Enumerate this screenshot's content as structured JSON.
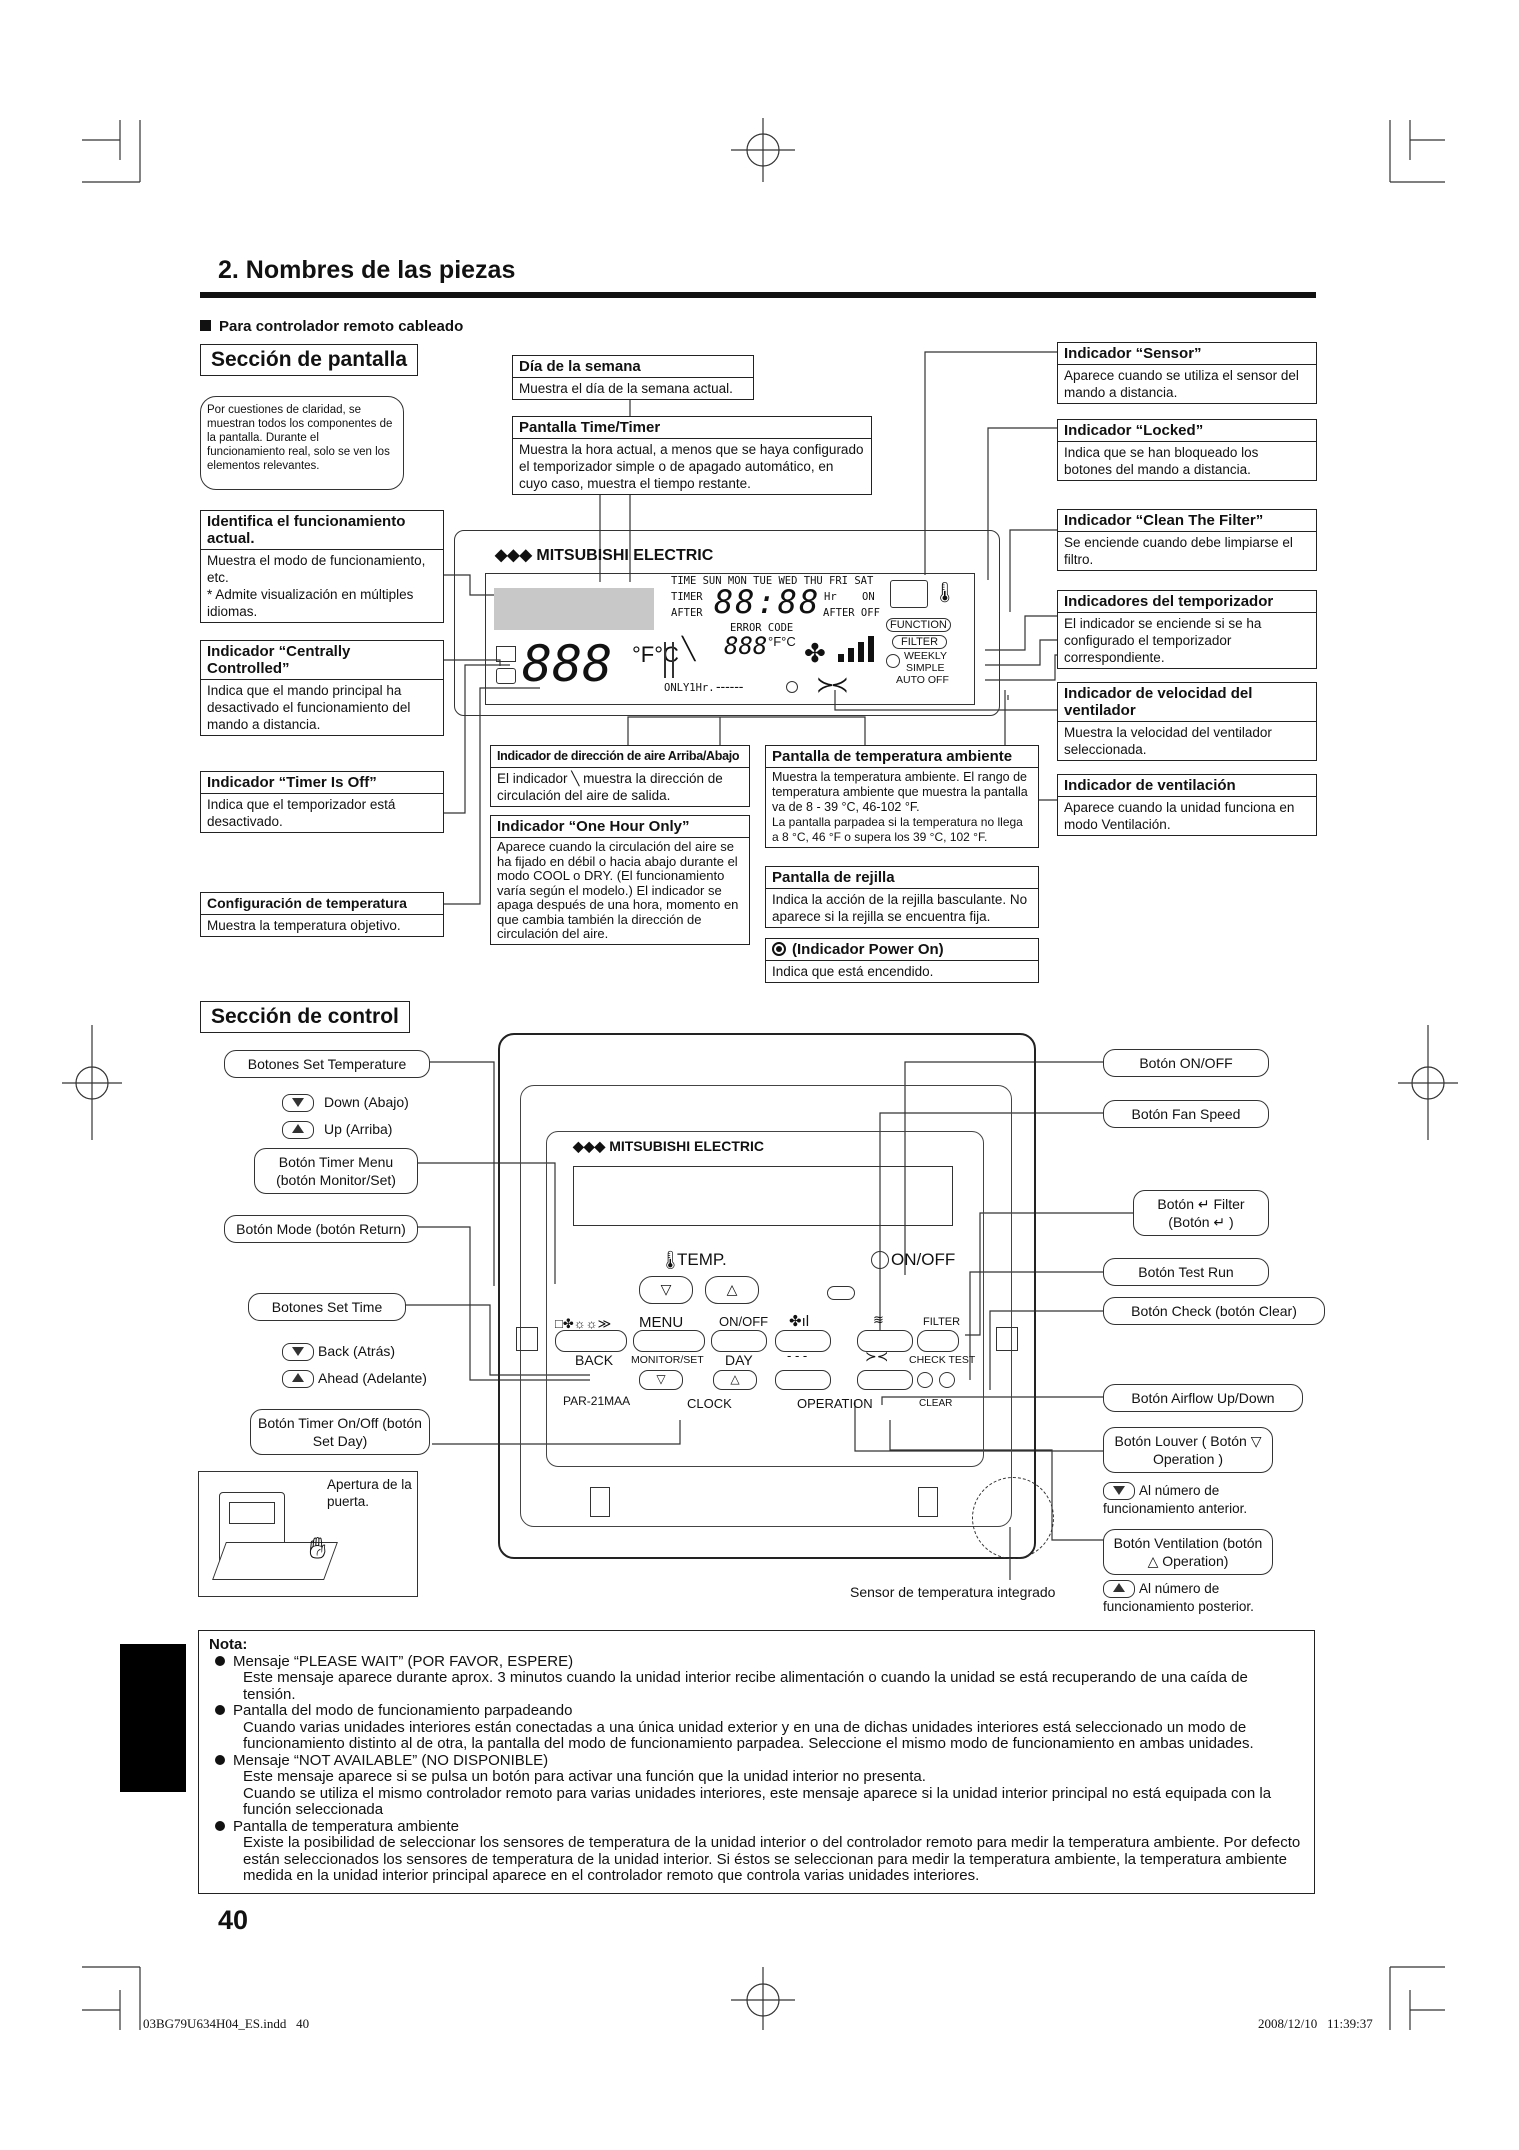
{
  "heading": "2. Nombres de las piezas",
  "subheading": "Para controlador remoto cableado",
  "display_section": {
    "title": "Sección de pantalla",
    "clarity_note": "Por cuestiones de claridad, se muestran todos los componentes de la pantalla. Durante el funcionamiento real, solo se ven los elementos relevantes.",
    "boxes": {
      "day": {
        "title": "Día de la semana",
        "body": "Muestra el día de la semana actual."
      },
      "time_timer": {
        "title": "Pantalla Time/Timer",
        "body": "Muestra la hora actual, a menos que se haya configurado el temporizador simple o de apagado automático, en cuyo caso, muestra el tiempo restante."
      },
      "operation": {
        "title": "Identifica el funcionamiento actual.",
        "body": "Muestra el modo de funcionamiento, etc.",
        "body2": "* Admite visualización en múltiples idiomas."
      },
      "centrally": {
        "title": "Indicador “Centrally Controlled”",
        "body": "Indica que el mando principal ha desactivado el funcionamiento del mando a distancia."
      },
      "timer_off": {
        "title": "Indicador “Timer Is Off”",
        "body": "Indica que el temporizador está desactivado."
      },
      "temp_setting": {
        "title": "Configuración de temperatura",
        "body": "Muestra la temperatura objetivo."
      },
      "airflow_dir": {
        "title": "Indicador de dirección de aire Arriba/Abajo",
        "body": "El indicador ╲ muestra la dirección de circulación del aire de salida."
      },
      "one_hour": {
        "title": "Indicador “One Hour Only”",
        "body": "Aparece cuando la circulación del aire se ha fijado en débil o hacia abajo durante el modo COOL o DRY. (El funcionamiento varía según el modelo.) El indicador se apaga después de una hora, momento en que cambia también la dirección de circulación del aire."
      },
      "room_temp": {
        "title": "Pantalla de temperatura ambiente",
        "body": "Muestra la temperatura ambiente. El rango de temperatura ambiente que muestra la pantalla va de 8 - 39 °C, 46-102 °F.",
        "body2": "La pantalla parpadea si la temperatura no llega a 8 °C, 46 °F o supera los 39 °C, 102 °F."
      },
      "louver": {
        "title": "Pantalla de rejilla",
        "body": "Indica la acción de la rejilla basculante. No aparece si la rejilla se encuentra fija."
      },
      "power_on": {
        "title": "(Indicador Power On)",
        "body": "Indica que está encendido."
      },
      "sensor": {
        "title": "Indicador “Sensor”",
        "body": "Aparece cuando se utiliza el sensor del mando a distancia."
      },
      "locked": {
        "title": "Indicador “Locked”",
        "body": "Indica que se han bloqueado los botones del mando a distancia."
      },
      "clean_filter": {
        "title": "Indicador “Clean The Filter”",
        "body": "Se enciende cuando debe limpiarse el filtro."
      },
      "timer_ind": {
        "title": "Indicadores del temporizador",
        "body": "El indicador se enciende si se ha configurado el temporizador correspondiente."
      },
      "fan_speed": {
        "title": "Indicador de velocidad del ventilador",
        "body": "Muestra la velocidad del ventilador seleccionada."
      },
      "ventilation": {
        "title": "Indicador de ventilación",
        "body": "Aparece cuando la unidad funciona en modo Ventilación."
      }
    },
    "lcd": {
      "brand": "MITSUBISHI ELECTRIC",
      "days": "TIME SUN MON TUE WED THU FRI SAT",
      "timer": "TIMER",
      "after": "AFTER",
      "digits_time": "88:88",
      "hr": "Hr",
      "on": "ON",
      "after_off": "AFTER OFF",
      "error_code": "ERROR CODE",
      "digits_temp": "888",
      "unit_f_c": "°F°C",
      "digits_room": "888",
      "room_unit": "°F°C",
      "function": "FUNCTION",
      "filter": "FILTER",
      "weekly": "WEEKLY",
      "simple": "SIMPLE",
      "auto_off": "AUTO OFF",
      "only_1hr": "ONLY1Hr."
    }
  },
  "control_section": {
    "title": "Sección de control",
    "left_labels": {
      "set_temp": "Botones Set Temperature",
      "down": "Down (Abajo)",
      "up": "Up (Arriba)",
      "timer_menu": "Botón Timer Menu (botón Monitor/Set)",
      "mode": "Botón Mode (botón Return)",
      "set_time": "Botones Set Time",
      "back": "Back (Atrás)",
      "ahead": "Ahead (Adelante)",
      "timer_onoff": "Botón Timer On/Off (botón Set Day)",
      "door": "Apertura de la puerta."
    },
    "right_labels": {
      "onoff": "Botón ON/OFF",
      "fan_speed": "Botón Fan Speed",
      "filter": "Botón ↵ Filter (Botón ↵ )",
      "test_run": "Botón Test Run",
      "check": "Botón Check (botón Clear)",
      "airflow": "Botón Airflow Up/Down",
      "louver": "Botón Louver ( Botón ▽ Operation )",
      "prev": "Al número de funcionamiento anterior.",
      "ventilation": "Botón Ventilation (botón △ Operation)",
      "next": "Al número de funcionamiento posterior.",
      "sensor": "Sensor de temperatura integrado"
    },
    "remote": {
      "brand": "MITSUBISHI ELECTRIC",
      "temp": "TEMP.",
      "onoff": "ON/OFF",
      "menu": "MENU",
      "on_off_small": "ON/OFF",
      "filter": "FILTER",
      "back": "BACK",
      "monitor_set": "MONITOR/SET",
      "day": "DAY",
      "check_test": "CHECK TEST",
      "model": "PAR-21MAA",
      "clock": "CLOCK",
      "operation": "OPERATION",
      "clear": "CLEAR"
    }
  },
  "note": {
    "title": "Nota:",
    "items": [
      {
        "title": "Mensaje “PLEASE WAIT” (POR FAVOR, ESPERE)",
        "body": [
          "Este mensaje aparece durante aprox. 3 minutos cuando la unidad interior recibe alimentación o cuando la unidad se está recuperando de una caída de tensión."
        ]
      },
      {
        "title": "Pantalla del modo de funcionamiento parpadeando",
        "body": [
          "Cuando varias unidades interiores están conectadas a una única unidad exterior y en una de dichas unidades interiores está seleccionado un modo de funcionamiento distinto al de otra, la pantalla del modo de funcionamiento parpadea. Seleccione el mismo modo de funcionamiento en ambas unidades."
        ]
      },
      {
        "title": "Mensaje “NOT AVAILABLE” (NO DISPONIBLE)",
        "body": [
          "Este mensaje aparece si se pulsa un botón para activar una función que la unidad interior no presenta.",
          "Cuando se utiliza el mismo controlador remoto para varias unidades interiores, este mensaje aparece si la unidad interior principal no está equipada con la función seleccionada"
        ]
      },
      {
        "title": "Pantalla de temperatura ambiente",
        "body": [
          "Existe la posibilidad de seleccionar los sensores de temperatura de la unidad interior o del controlador remoto para medir la temperatura ambiente. Por defecto están seleccionados los sensores de temperatura de la unidad interior. Si éstos se seleccionan para medir la temperatura ambiente, la temperatura ambiente medida en la unidad interior principal aparece en el controlador remoto que controla varias unidades interiores."
        ]
      }
    ]
  },
  "page_number": "40",
  "footer_left": "03BG79U634H04_ES.indd   40",
  "footer_right": "2008/12/10   11:39:37"
}
